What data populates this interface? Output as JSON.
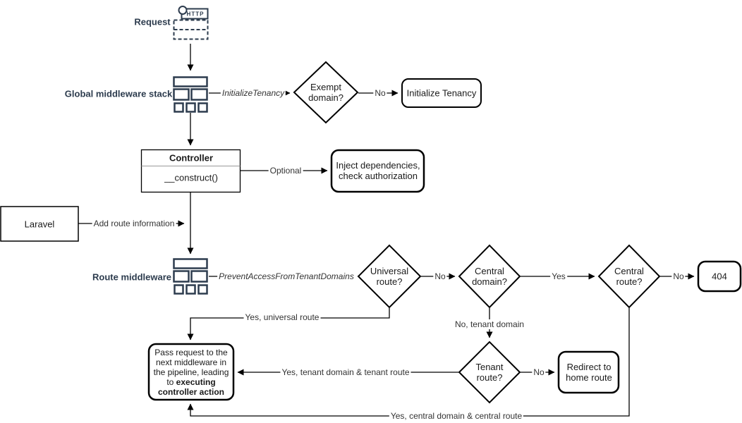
{
  "colors": {
    "icon_navy": "#2d3c4e",
    "shape_stroke": "#000000",
    "edge_stroke": "#000000",
    "background": "#ffffff"
  },
  "nodes": {
    "request_label": "Request",
    "http_badge": "HTTP",
    "global_middleware_label": "Global middleware stack",
    "route_middleware_label": "Route middleware",
    "exempt_domain": "Exempt domain?",
    "initialize_tenancy": "Initialize Tenancy",
    "controller_title": "Controller",
    "controller_method": "__construct()",
    "inject_dependencies": "Inject dependencies, check authorization",
    "laravel": "Laravel",
    "universal_route": "Universal route?",
    "central_domain": "Central domain?",
    "central_route": "Central route?",
    "not_found": "404",
    "tenant_route": "Tenant route?",
    "redirect_home": "Redirect to home route",
    "pass_request_regular": "Pass request to the next middleware in the pipeline, leading to",
    "pass_request_bold": "executing controller action"
  },
  "edges": {
    "initialize_tenancy_mw": "InitializeTenancy",
    "exempt_no": "No",
    "optional": "Optional",
    "add_route_information": "Add route information",
    "prevent_access_mw": "PreventAccessFromTenantDomains",
    "universal_no": "No",
    "central_domain_yes": "Yes",
    "central_route_no": "No",
    "yes_universal_route": "Yes, universal route",
    "no_tenant_domain": "No, tenant domain",
    "tenant_route_no": "No",
    "yes_tenant_domain_route": "Yes, tenant domain & tenant route",
    "yes_central_domain_route": "Yes, central domain & central route"
  }
}
